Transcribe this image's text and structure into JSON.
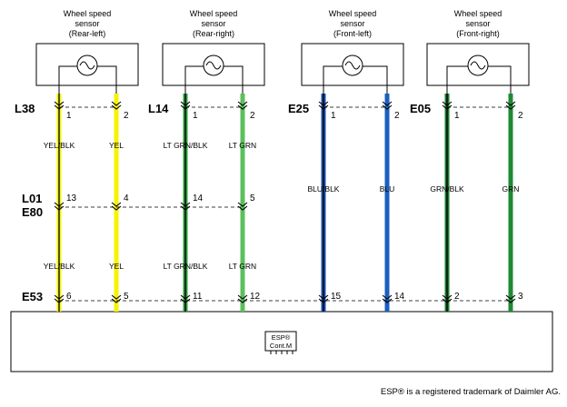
{
  "sensors": [
    {
      "title": [
        "Wheel speed",
        "sensor",
        "(Rear-left)"
      ]
    },
    {
      "title": [
        "Wheel speed",
        "sensor",
        "(Rear-right)"
      ]
    },
    {
      "title": [
        "Wheel speed",
        "sensor",
        "(Front-left)"
      ]
    },
    {
      "title": [
        "Wheel speed",
        "sensor",
        "(Front-right)"
      ]
    }
  ],
  "connectors": [
    "L38",
    "L14",
    "E25",
    "E05",
    "L01",
    "E80",
    "E53"
  ],
  "wires": [
    {
      "sensor_pin": "1",
      "mid_pin": "13",
      "ecu_pin": "6",
      "color_upper": "YEL/BLK",
      "color_lower": "YEL/BLK",
      "base": "#f4f400",
      "stripe": "#000000"
    },
    {
      "sensor_pin": "2",
      "mid_pin": "4",
      "ecu_pin": "5",
      "color_upper": "YEL",
      "color_lower": "YEL",
      "base": "#f4f400",
      "stripe": ""
    },
    {
      "sensor_pin": "1",
      "mid_pin": "14",
      "ecu_pin": "11",
      "color_upper": "LT GRN/BLK",
      "color_lower": "LT GRN/BLK",
      "base": "#2e9e3e",
      "stripe": "#000000"
    },
    {
      "sensor_pin": "2",
      "mid_pin": "5",
      "ecu_pin": "12",
      "color_upper": "LT GRN",
      "color_lower": "LT GRN",
      "base": "#5cbf5c",
      "stripe": ""
    },
    {
      "sensor_pin": "1",
      "mid_pin": "",
      "ecu_pin": "15",
      "color_upper": "BLU/BLK",
      "color_lower": "",
      "base": "#1a4fb0",
      "stripe": "#000000"
    },
    {
      "sensor_pin": "2",
      "mid_pin": "",
      "ecu_pin": "14",
      "color_upper": "BLU",
      "color_lower": "",
      "base": "#1a5fc0",
      "stripe": ""
    },
    {
      "sensor_pin": "1",
      "mid_pin": "",
      "ecu_pin": "2",
      "color_upper": "GRN/BLK",
      "color_lower": "",
      "base": "#1e7a2e",
      "stripe": "#000000"
    },
    {
      "sensor_pin": "2",
      "mid_pin": "",
      "ecu_pin": "3",
      "color_upper": "GRN",
      "color_lower": "",
      "base": "#1e8a34",
      "stripe": ""
    }
  ],
  "ecu": {
    "label_line1": "ESP®",
    "label_line2": "Cont.M"
  },
  "footnote": "ESP® is a registered trademark of Daimler AG."
}
